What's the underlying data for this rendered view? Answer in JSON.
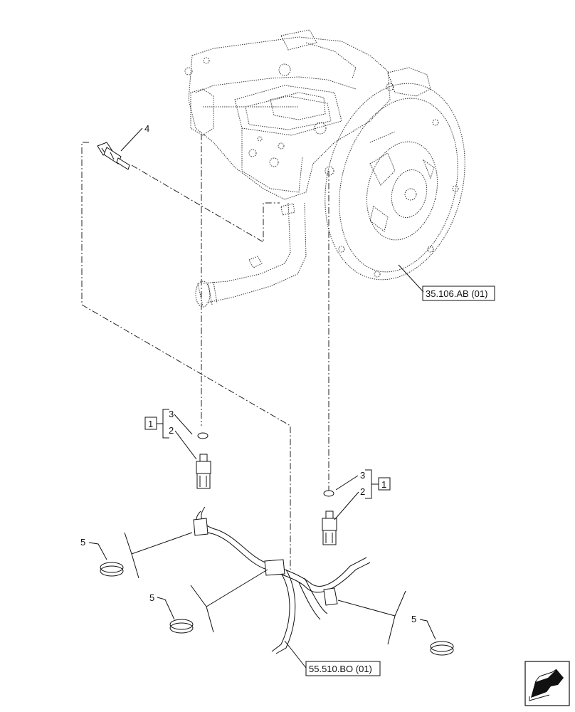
{
  "callouts": {
    "item_4": "4",
    "item_3_left": "3",
    "item_2_left": "2",
    "item_1_left": "1",
    "item_3_right": "3",
    "item_2_right": "2",
    "item_1_right": "1",
    "item_5_a": "5",
    "item_5_b": "5",
    "item_5_c": "5"
  },
  "references": {
    "transmission": "35.106.AB (01)",
    "harness": "55.510.BO (01)"
  },
  "icons": {
    "nav": "arrow-icon"
  }
}
